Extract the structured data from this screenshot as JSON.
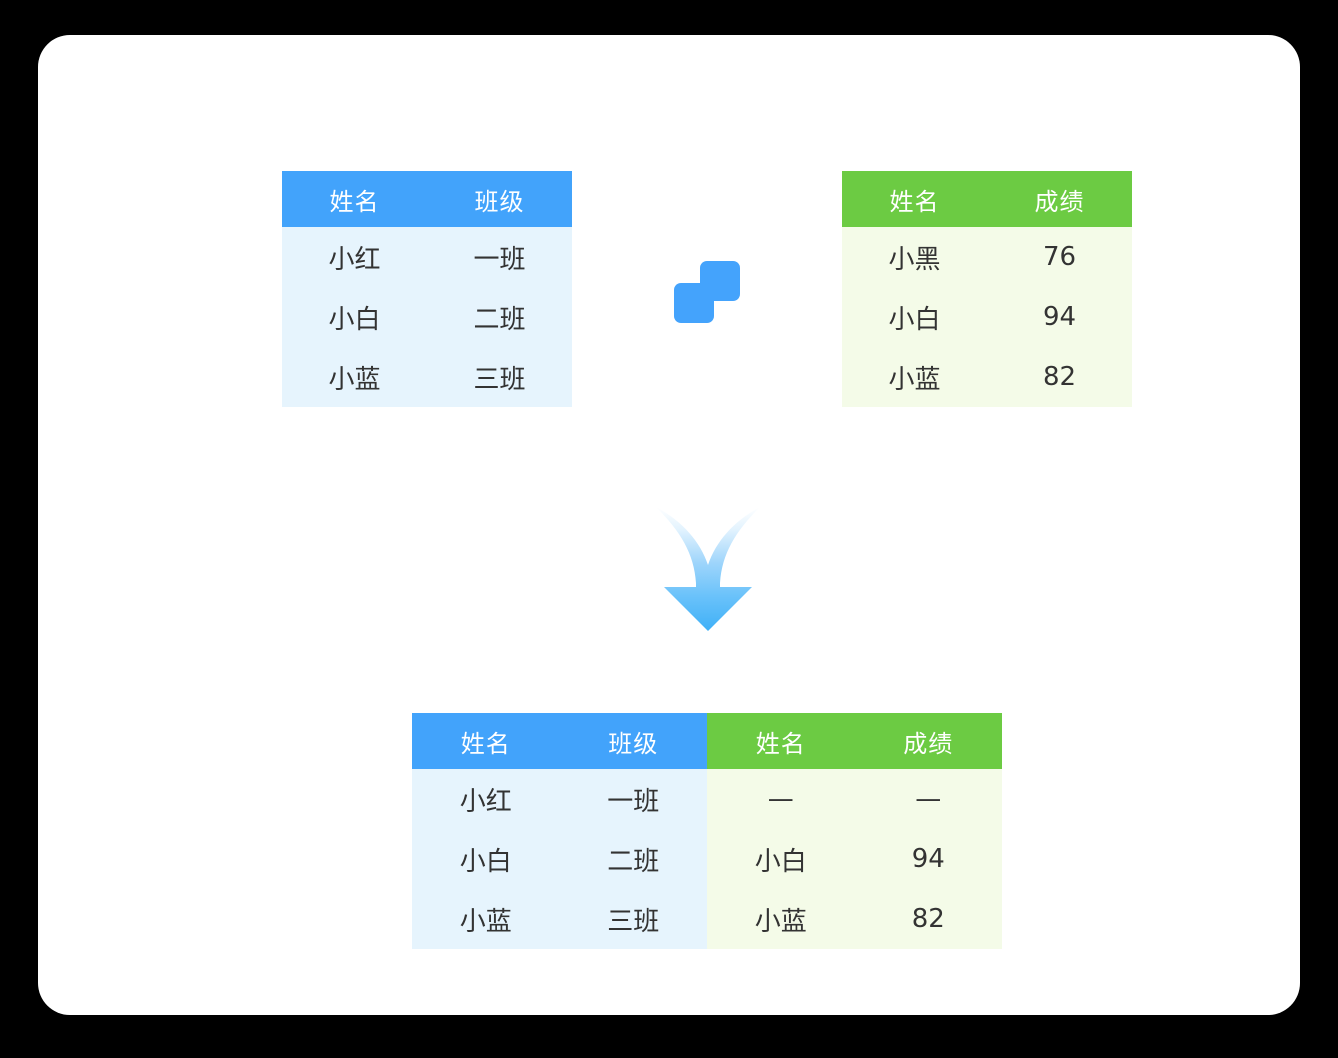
{
  "diagram": {
    "title_visible": false,
    "colors": {
      "header_blue": "#42a3fb",
      "header_green": "#6ccb43",
      "body_blue": "#e6f4fd",
      "body_green": "#f4fbe8",
      "highlight_text": "#3a63ee",
      "normal_text": "#333333",
      "card_background": "#ffffff",
      "page_background": "#000000"
    },
    "icons": {
      "merge": "merge-squares-icon",
      "arrow": "down-arrow-icon"
    }
  },
  "source_table_left": {
    "headers": [
      "姓名",
      "班级"
    ],
    "rows": [
      {
        "name": "小红",
        "value": "一班",
        "highlight": false
      },
      {
        "name": "小白",
        "value": "二班",
        "highlight": true
      },
      {
        "name": "小蓝",
        "value": "三班",
        "highlight": true
      }
    ]
  },
  "source_table_right": {
    "headers": [
      "姓名",
      "成绩"
    ],
    "rows": [
      {
        "name": "小黑",
        "value": "76",
        "highlight": false
      },
      {
        "name": "小白",
        "value": "94",
        "highlight": true
      },
      {
        "name": "小蓝",
        "value": "82",
        "highlight": true
      }
    ]
  },
  "result_table": {
    "headers": [
      "姓名",
      "班级",
      "姓名",
      "成绩"
    ],
    "rows": [
      {
        "left_name": "小红",
        "left_value": "一班",
        "right_name": "—",
        "right_value": "—",
        "left_highlight": false,
        "right_highlight": false
      },
      {
        "left_name": "小白",
        "left_value": "二班",
        "right_name": "小白",
        "right_value": "94",
        "left_highlight": true,
        "right_highlight": true
      },
      {
        "left_name": "小蓝",
        "left_value": "三班",
        "right_name": "小蓝",
        "right_value": "82",
        "left_highlight": true,
        "right_highlight": true
      }
    ]
  }
}
